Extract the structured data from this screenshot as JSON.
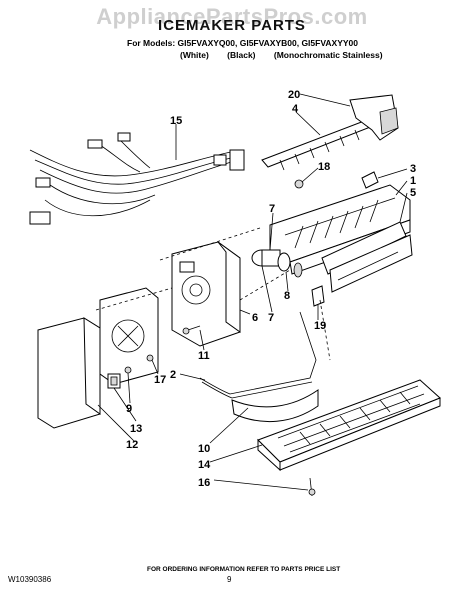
{
  "header": {
    "watermark": "AppliancePartsPros.com",
    "title": "ICEMAKER PARTS",
    "models_line": "For Models: GI5FVAXYQ00, GI5FVAXYB00, GI5FVAXYY00",
    "finishes": [
      "(White)",
      "(Black)",
      "(Monochromatic Stainless)"
    ]
  },
  "callouts": {
    "c1": "1",
    "c2": "2",
    "c3": "3",
    "c4": "4",
    "c5": "5",
    "c6": "6",
    "c7": "7",
    "c8": "8",
    "c9": "9",
    "c10": "10",
    "c11": "11",
    "c12": "12",
    "c13": "13",
    "c14": "14",
    "c15": "15",
    "c16": "16",
    "c17": "17",
    "c18": "18",
    "c19": "19",
    "c20": "20"
  },
  "footer": {
    "note": "FOR ORDERING INFORMATION REFER TO PARTS PRICE LIST",
    "doc_code": "W10390386",
    "page": "9"
  }
}
